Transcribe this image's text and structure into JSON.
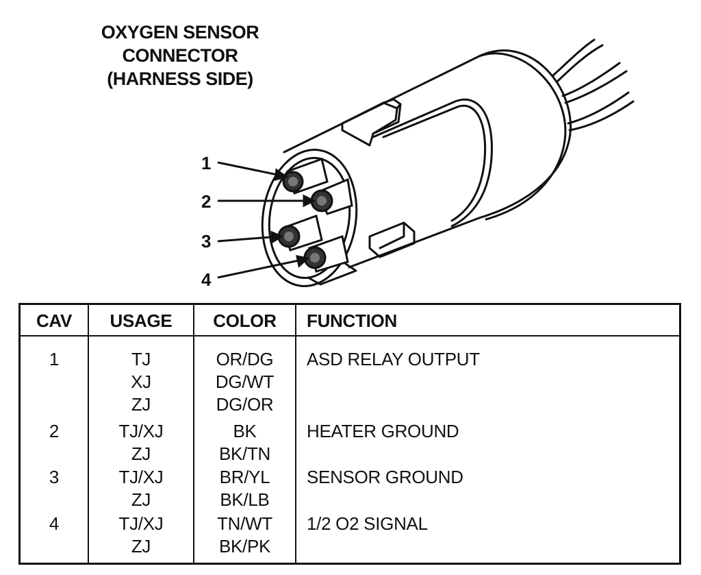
{
  "title": {
    "lines": [
      "OXYGEN SENSOR",
      "CONNECTOR",
      "(HARNESS SIDE)"
    ]
  },
  "pin_labels": [
    "1",
    "2",
    "3",
    "4"
  ],
  "table": {
    "headers": {
      "cav": "CAV",
      "usage": "USAGE",
      "color": "COLOR",
      "function": "FUNCTION"
    },
    "rows": [
      {
        "cav": "1",
        "usage": "TJ",
        "color": "OR/DG",
        "function": "ASD RELAY OUTPUT"
      },
      {
        "cav": "",
        "usage": "XJ",
        "color": "DG/WT",
        "function": ""
      },
      {
        "cav": "",
        "usage": "ZJ",
        "color": "DG/OR",
        "function": ""
      },
      {
        "cav": "2",
        "usage": "TJ/XJ",
        "color": "BK",
        "function": "HEATER GROUND"
      },
      {
        "cav": "",
        "usage": "ZJ",
        "color": "BK/TN",
        "function": ""
      },
      {
        "cav": "3",
        "usage": "TJ/XJ",
        "color": "BR/YL",
        "function": "SENSOR GROUND"
      },
      {
        "cav": "",
        "usage": "ZJ",
        "color": "BK/LB",
        "function": ""
      },
      {
        "cav": "4",
        "usage": "TJ/XJ",
        "color": "TN/WT",
        "function": "1/2 O2 SIGNAL"
      },
      {
        "cav": "",
        "usage": "ZJ",
        "color": "BK/PK",
        "function": ""
      }
    ]
  }
}
